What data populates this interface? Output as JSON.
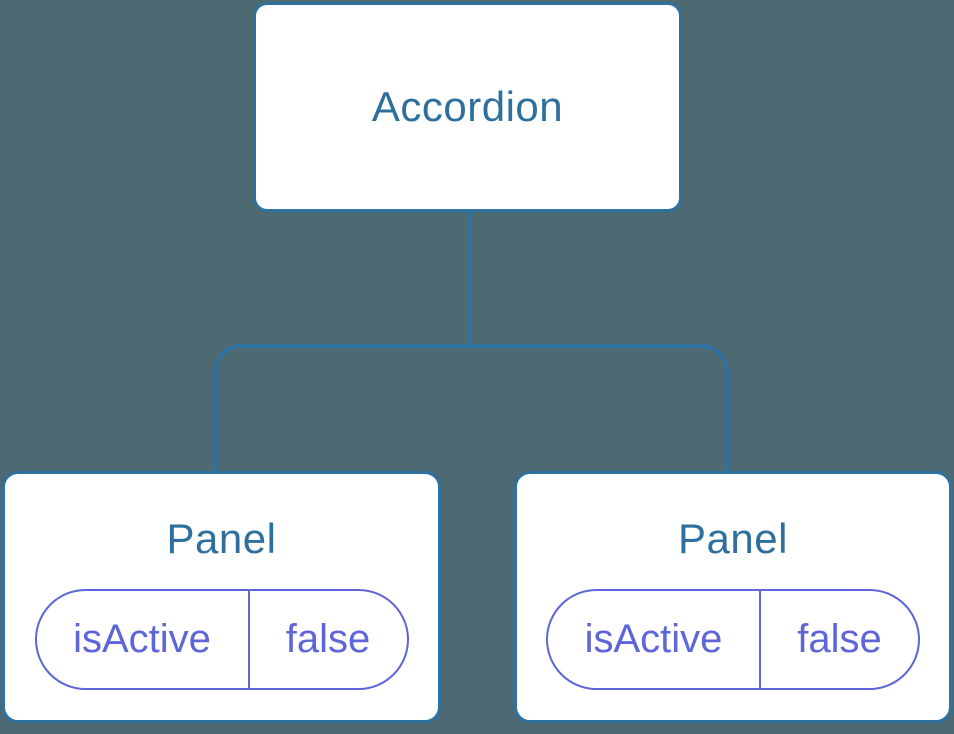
{
  "diagram": {
    "root": {
      "label": "Accordion"
    },
    "children": [
      {
        "label": "Panel",
        "state": {
          "key": "isActive",
          "value": "false"
        }
      },
      {
        "label": "Panel",
        "state": {
          "key": "isActive",
          "value": "false"
        }
      }
    ]
  },
  "colors": {
    "background": "#4d6972",
    "node_border": "#2e72a1",
    "connector": "#2e72a1",
    "node_bg": "#ffffff",
    "title_text": "#2e6f9e",
    "state_accent": "#5e65d8"
  }
}
